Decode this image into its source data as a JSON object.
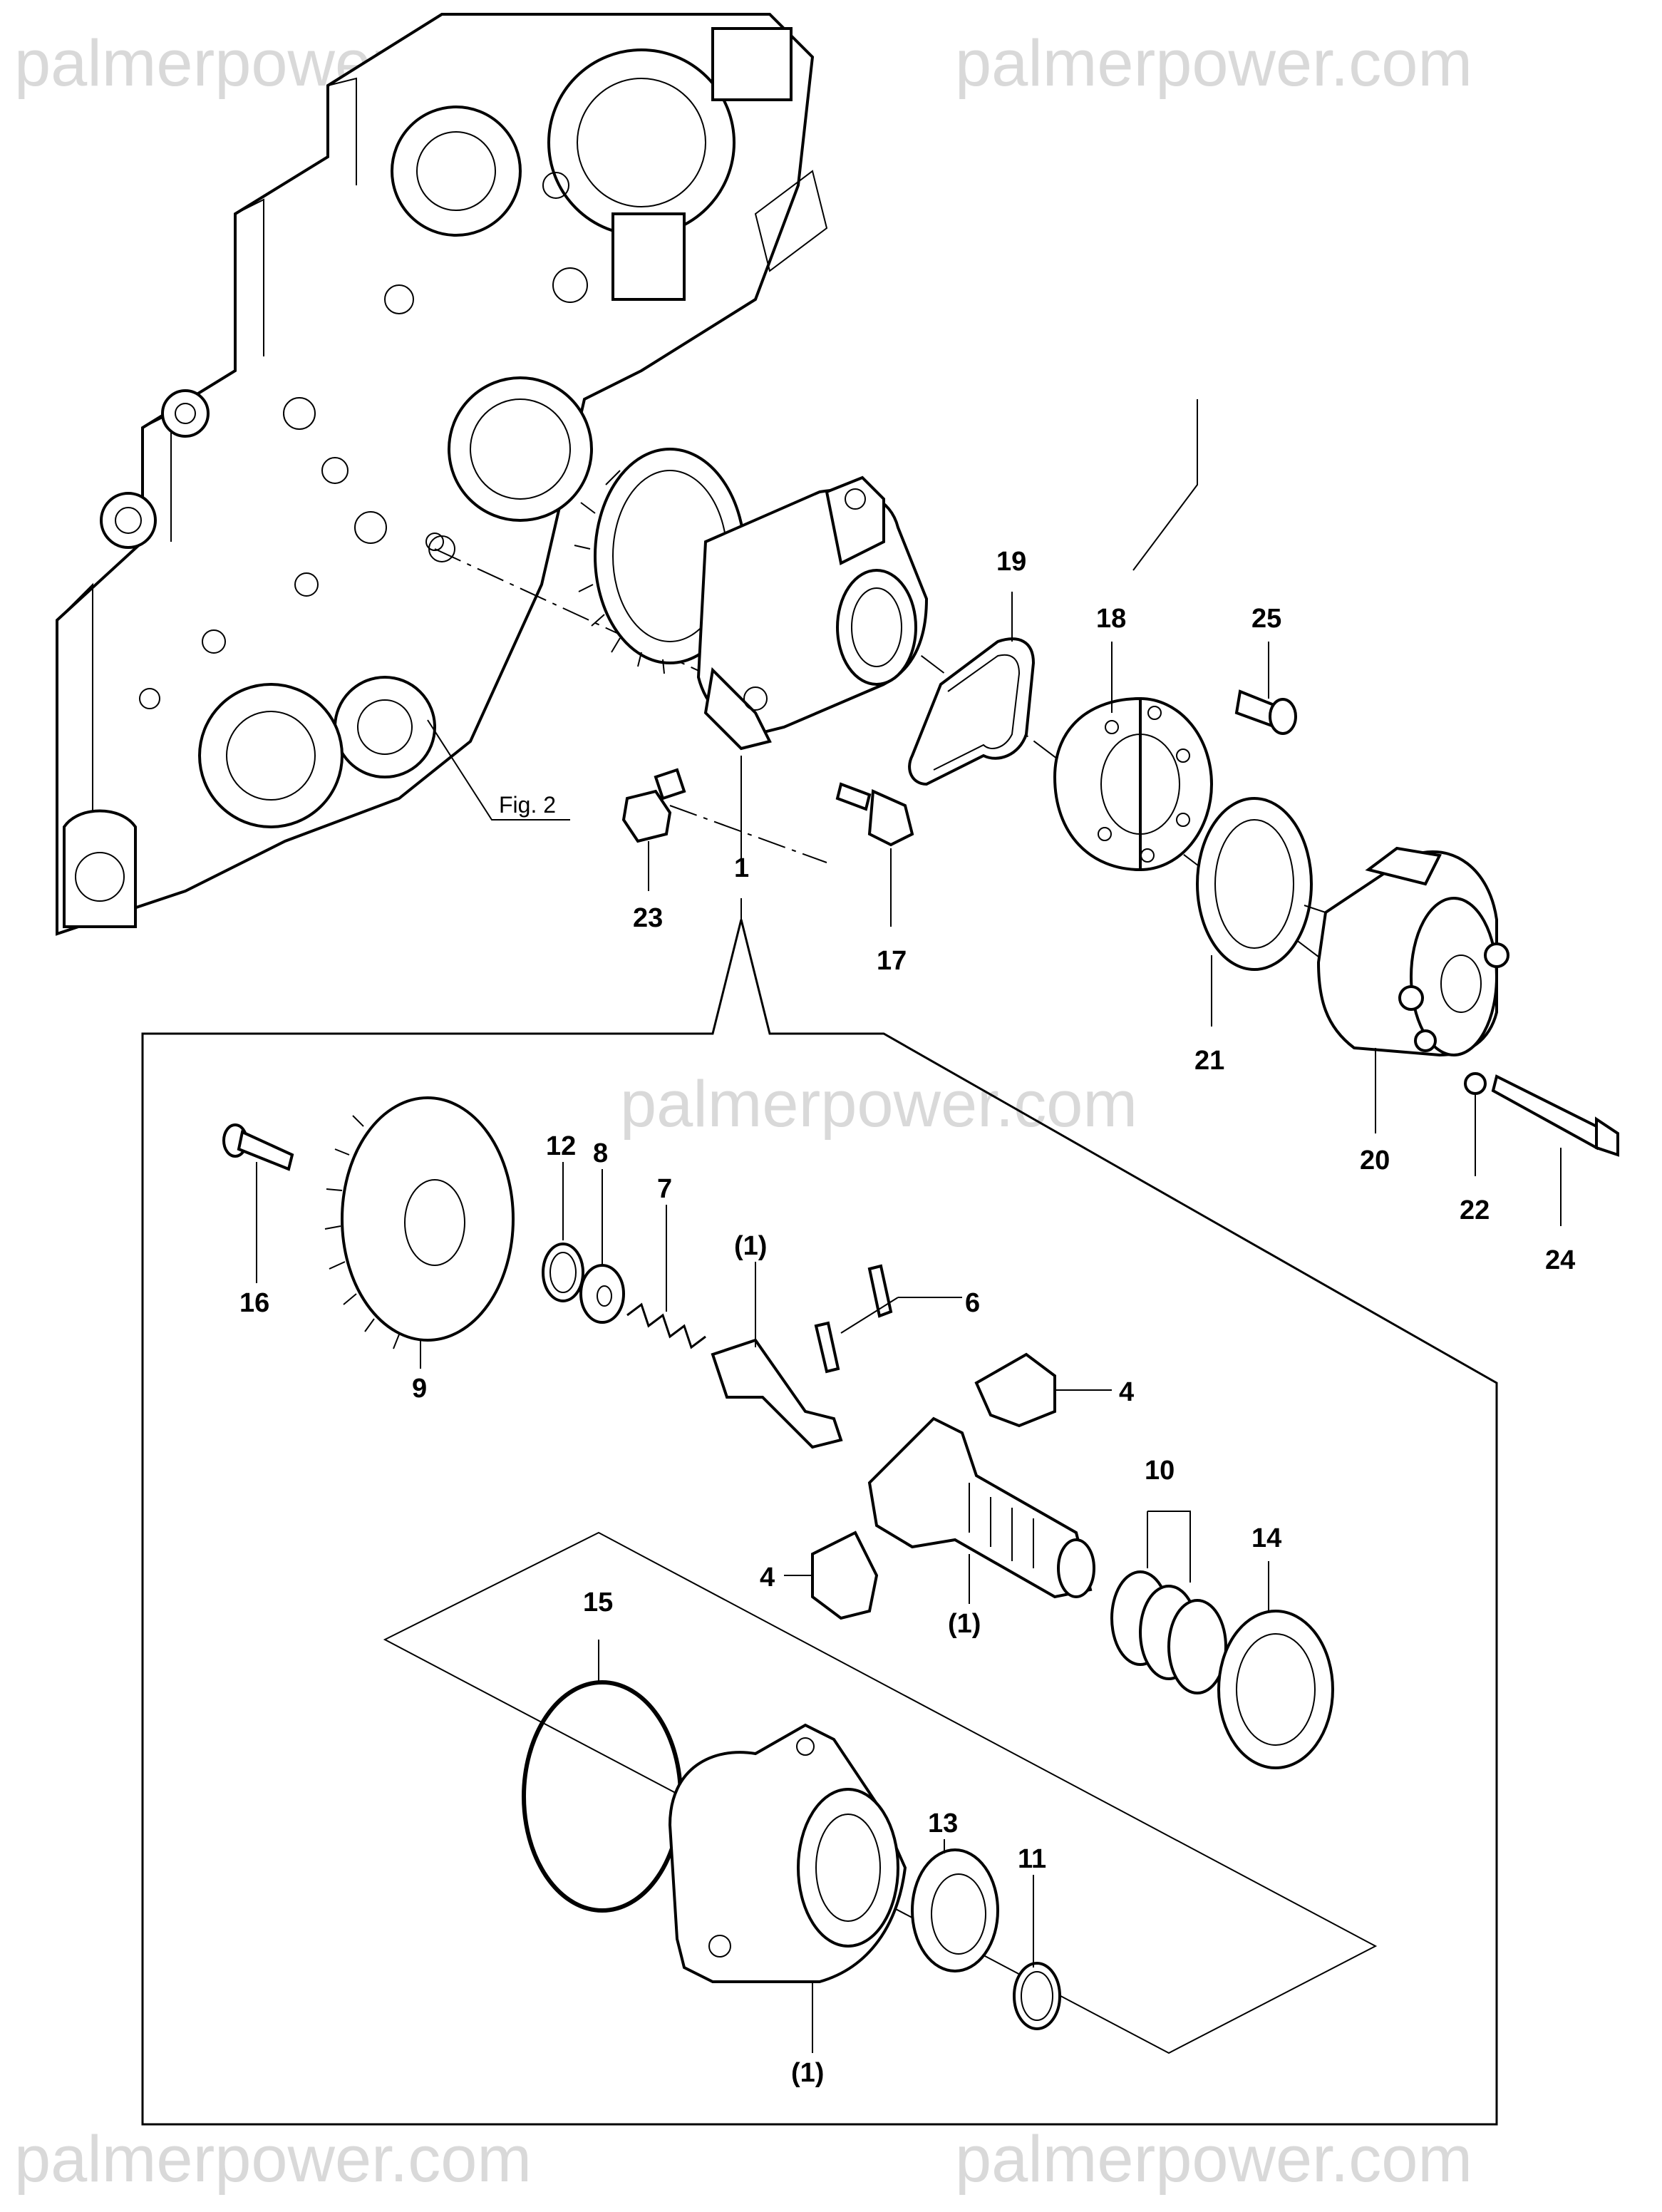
{
  "watermarks": {
    "top_left": "palmerpower.com",
    "top_right": "palmerpower.com",
    "center": "palmerpower.com",
    "bottom_left": "palmerpower.com",
    "bottom_right": "palmerpower.com"
  },
  "figure_ref": "Fig. 2",
  "callouts": {
    "c1": "1",
    "c4a": "4",
    "c4b": "4",
    "c6": "6",
    "c7": "7",
    "c8": "8",
    "c9": "9",
    "c10": "10",
    "c11": "11",
    "c12": "12",
    "c13": "13",
    "c14": "14",
    "c15": "15",
    "c16": "16",
    "c17": "17",
    "c18": "18",
    "c19": "19",
    "c20": "20",
    "c21": "21",
    "c22": "22",
    "c23": "23",
    "c24": "24",
    "c25": "25",
    "sub_a": "(1)",
    "sub_b": "(1)",
    "sub_c": "(1)"
  }
}
